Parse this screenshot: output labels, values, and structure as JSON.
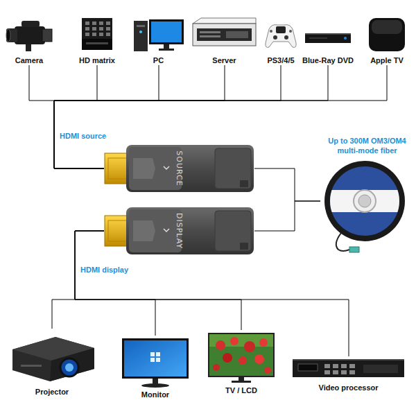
{
  "diagram": {
    "nodes": [
      {
        "text": [
          "Camera"
        ]
      },
      {
        "text": [
          "HD matrix"
        ]
      },
      {
        "text": [
          "PC"
        ]
      },
      {
        "text": [
          "Server"
        ]
      },
      {
        "text": [
          "PS3/4/5"
        ]
      },
      {
        "text": [
          "Blue-Ray DVD"
        ]
      },
      {
        "text": [
          "Apple TV"
        ]
      },
      {
        "text": [
          "SOURCE"
        ]
      },
      {
        "text": [
          "Up to 300M OM3/OM4 multi-mode fiber"
        ]
      },
      {
        "text": [
          "DISPLAY"
        ]
      },
      {
        "text": [
          "Projector"
        ]
      },
      {
        "text": [
          "Monitor"
        ]
      },
      {
        "text": [
          "TV / LCD"
        ]
      },
      {
        "text": [
          "Video processor"
        ]
      }
    ],
    "edges": [
      {
        "from": 0,
        "to": 7,
        "arrow": "none"
      },
      {
        "from": 1,
        "to": 7,
        "arrow": "none"
      },
      {
        "from": 2,
        "to": 7,
        "arrow": "none"
      },
      {
        "from": 3,
        "to": 7,
        "arrow": "none"
      },
      {
        "from": 4,
        "to": 7,
        "arrow": "none"
      },
      {
        "from": 5,
        "to": 7,
        "arrow": "none"
      },
      {
        "from": 6,
        "to": 7,
        "arrow": "none"
      },
      {
        "from": 7,
        "to": 8,
        "arrow": "none"
      },
      {
        "from": 9,
        "to": 8,
        "arrow": "none"
      },
      {
        "from": 9,
        "to": 10,
        "arrow": "none"
      },
      {
        "from": 9,
        "to": 11,
        "arrow": "none"
      },
      {
        "from": 9,
        "to": 12,
        "arrow": "none"
      },
      {
        "from": 9,
        "to": 13,
        "arrow": "none"
      }
    ],
    "labels": [
      "HDMI source",
      "HDMI display"
    ]
  }
}
